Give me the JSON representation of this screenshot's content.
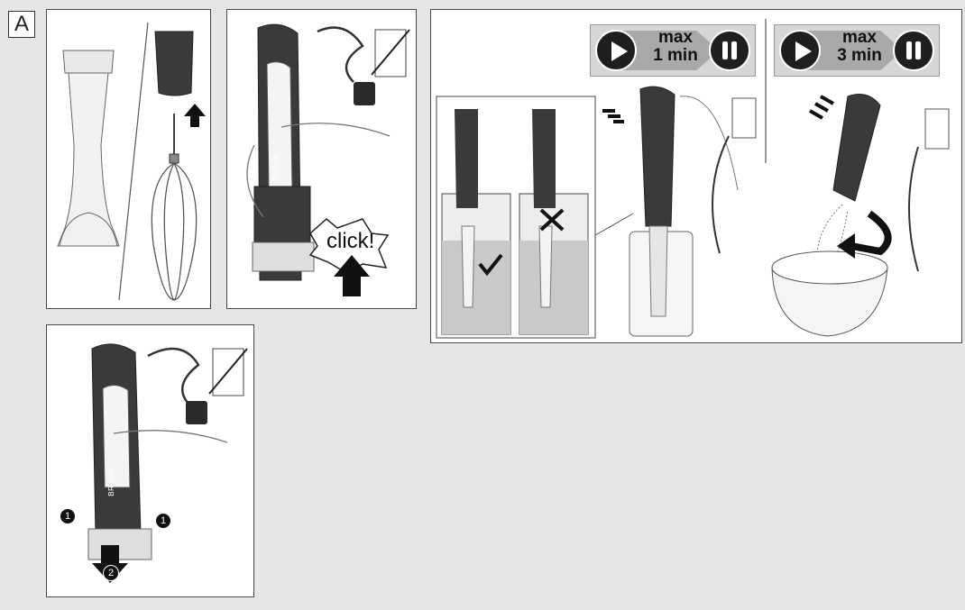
{
  "figure": {
    "section_label": "A",
    "click_text": "click!",
    "brand_text": "BRAUN",
    "step_one": "1",
    "step_two": "2",
    "badge_one": {
      "max": "max",
      "time": "1 min"
    },
    "badge_two": {
      "max": "max",
      "time": "3 min"
    }
  },
  "colors": {
    "background": "#e6e6e6",
    "panel_border": "#4a4a4a",
    "device_dark": "#3a3a3a",
    "accent_grey": "#a9a9a9"
  },
  "icons": [
    "play-icon",
    "pause-icon",
    "no-plug-icon",
    "check-icon",
    "cross-icon",
    "arrow-up-icon",
    "arrow-down-icon",
    "rotate-arrow-icon"
  ]
}
